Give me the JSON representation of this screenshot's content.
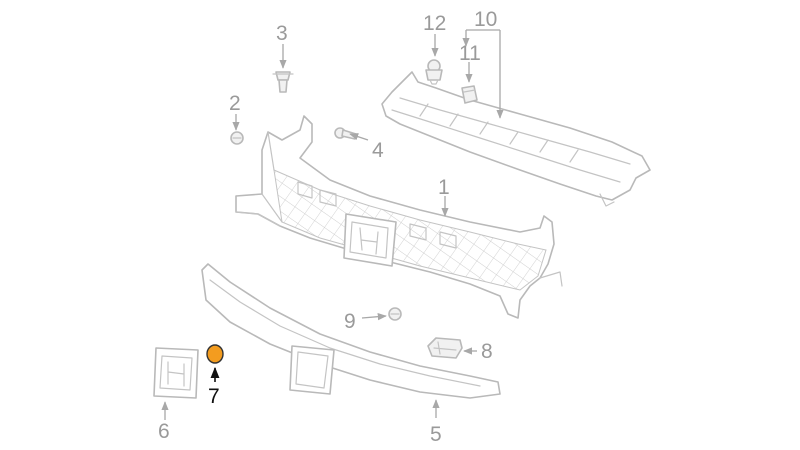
{
  "callouts": {
    "c1": "1",
    "c2": "2",
    "c3": "3",
    "c4": "4",
    "c5": "5",
    "c6": "6",
    "c7": "7",
    "c8": "8",
    "c9": "9",
    "c10": "10",
    "c11": "11",
    "c12": "12"
  },
  "highlight": {
    "part": "7",
    "color": "#f39c1f"
  },
  "colors": {
    "line": "#b9b9b9",
    "label": "#9a9a9a",
    "label_highlight": "#111111"
  }
}
